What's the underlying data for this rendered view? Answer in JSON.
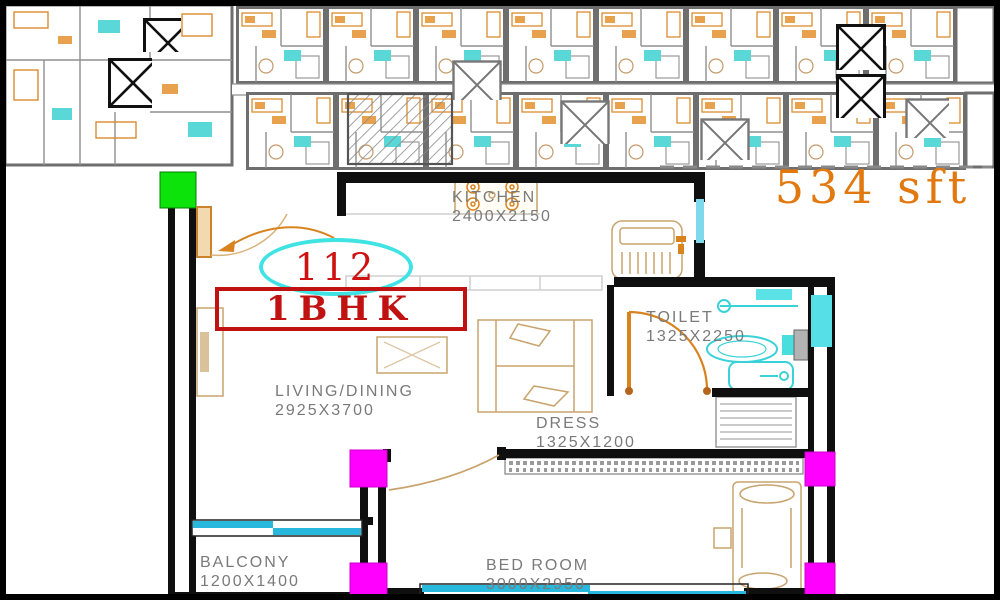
{
  "title_block": {
    "area": "534 sft",
    "unit_number": "112",
    "unit_type": "1BHK"
  },
  "rooms": {
    "kitchen": {
      "name": "KITCHEN",
      "dims": "2400X2150"
    },
    "toilet": {
      "name": "TOILET",
      "dims": "1325X2250"
    },
    "living": {
      "name": "LIVING/DINING",
      "dims": "2925X3700"
    },
    "dress": {
      "name": "DRESS",
      "dims": "1325X1200"
    },
    "balcony": {
      "name": "BALCONY",
      "dims": "1200X1400"
    },
    "bedroom": {
      "name": "BED ROOM",
      "dims": "3000X2950"
    }
  },
  "colors": {
    "area_orange": "#e2790f",
    "unit_red": "#c11212",
    "ellipse_cyan": "#3fe3e3",
    "marker_magenta": "#ff00ff",
    "marker_green": "#0be30b",
    "window_cyan": "#28b7dd",
    "fixture_cyan": "#3ad2d8",
    "furniture_tan": "#c9a36d",
    "door_orange": "#d9831f",
    "label_gray": "#7a7a7a",
    "wall_black": "#0f0f0f",
    "masterplan_gray": "#6e6e6e"
  }
}
